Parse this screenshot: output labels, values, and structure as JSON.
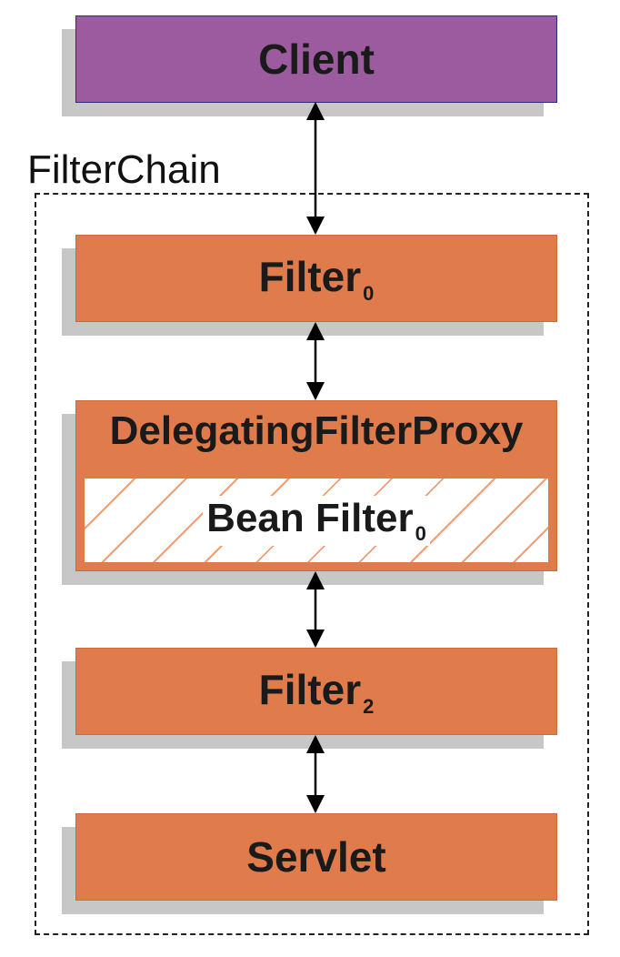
{
  "client": {
    "label": "Client"
  },
  "filter_chain": {
    "label": "FilterChain",
    "filter_0": {
      "label": "Filter",
      "sub": "0"
    },
    "delegating_proxy": {
      "label": "DelegatingFilterProxy",
      "bean_filter": {
        "label": "Bean Filter",
        "sub": "0"
      }
    },
    "filter_2": {
      "label": "Filter",
      "sub": "2"
    },
    "servlet": {
      "label": "Servlet"
    }
  },
  "colors": {
    "client_fill": "#9b5b9e",
    "filter_fill": "#e07b4b",
    "shadow": "#c7c7c7"
  }
}
